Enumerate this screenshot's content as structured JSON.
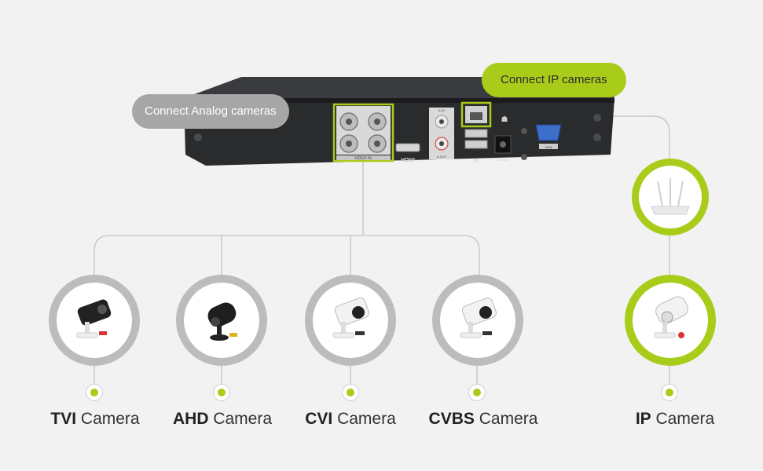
{
  "callouts": {
    "analog": "Connect Analog cameras",
    "ip": "Connect IP cameras"
  },
  "dvr": {
    "video_in_label": "VIDEO IN",
    "hdmi_label": "HDMI",
    "audio_in_label": "A-IN",
    "audio_out_label": "A-OUT",
    "dc_label": "DC12V",
    "vga_label": "VGA"
  },
  "cameras": [
    {
      "bold": "TVI",
      "rest": " Camera"
    },
    {
      "bold": "AHD",
      "rest": " Camera"
    },
    {
      "bold": "CVI",
      "rest": " Camera"
    },
    {
      "bold": "CVBS",
      "rest": " Camera"
    },
    {
      "bold": "IP",
      "rest": " Camera"
    }
  ],
  "colors": {
    "accent": "#a9cc1a",
    "ring_gray": "#bcbcbc",
    "callout_gray": "#a6a6a6",
    "device_body": "#2a2b2d"
  }
}
